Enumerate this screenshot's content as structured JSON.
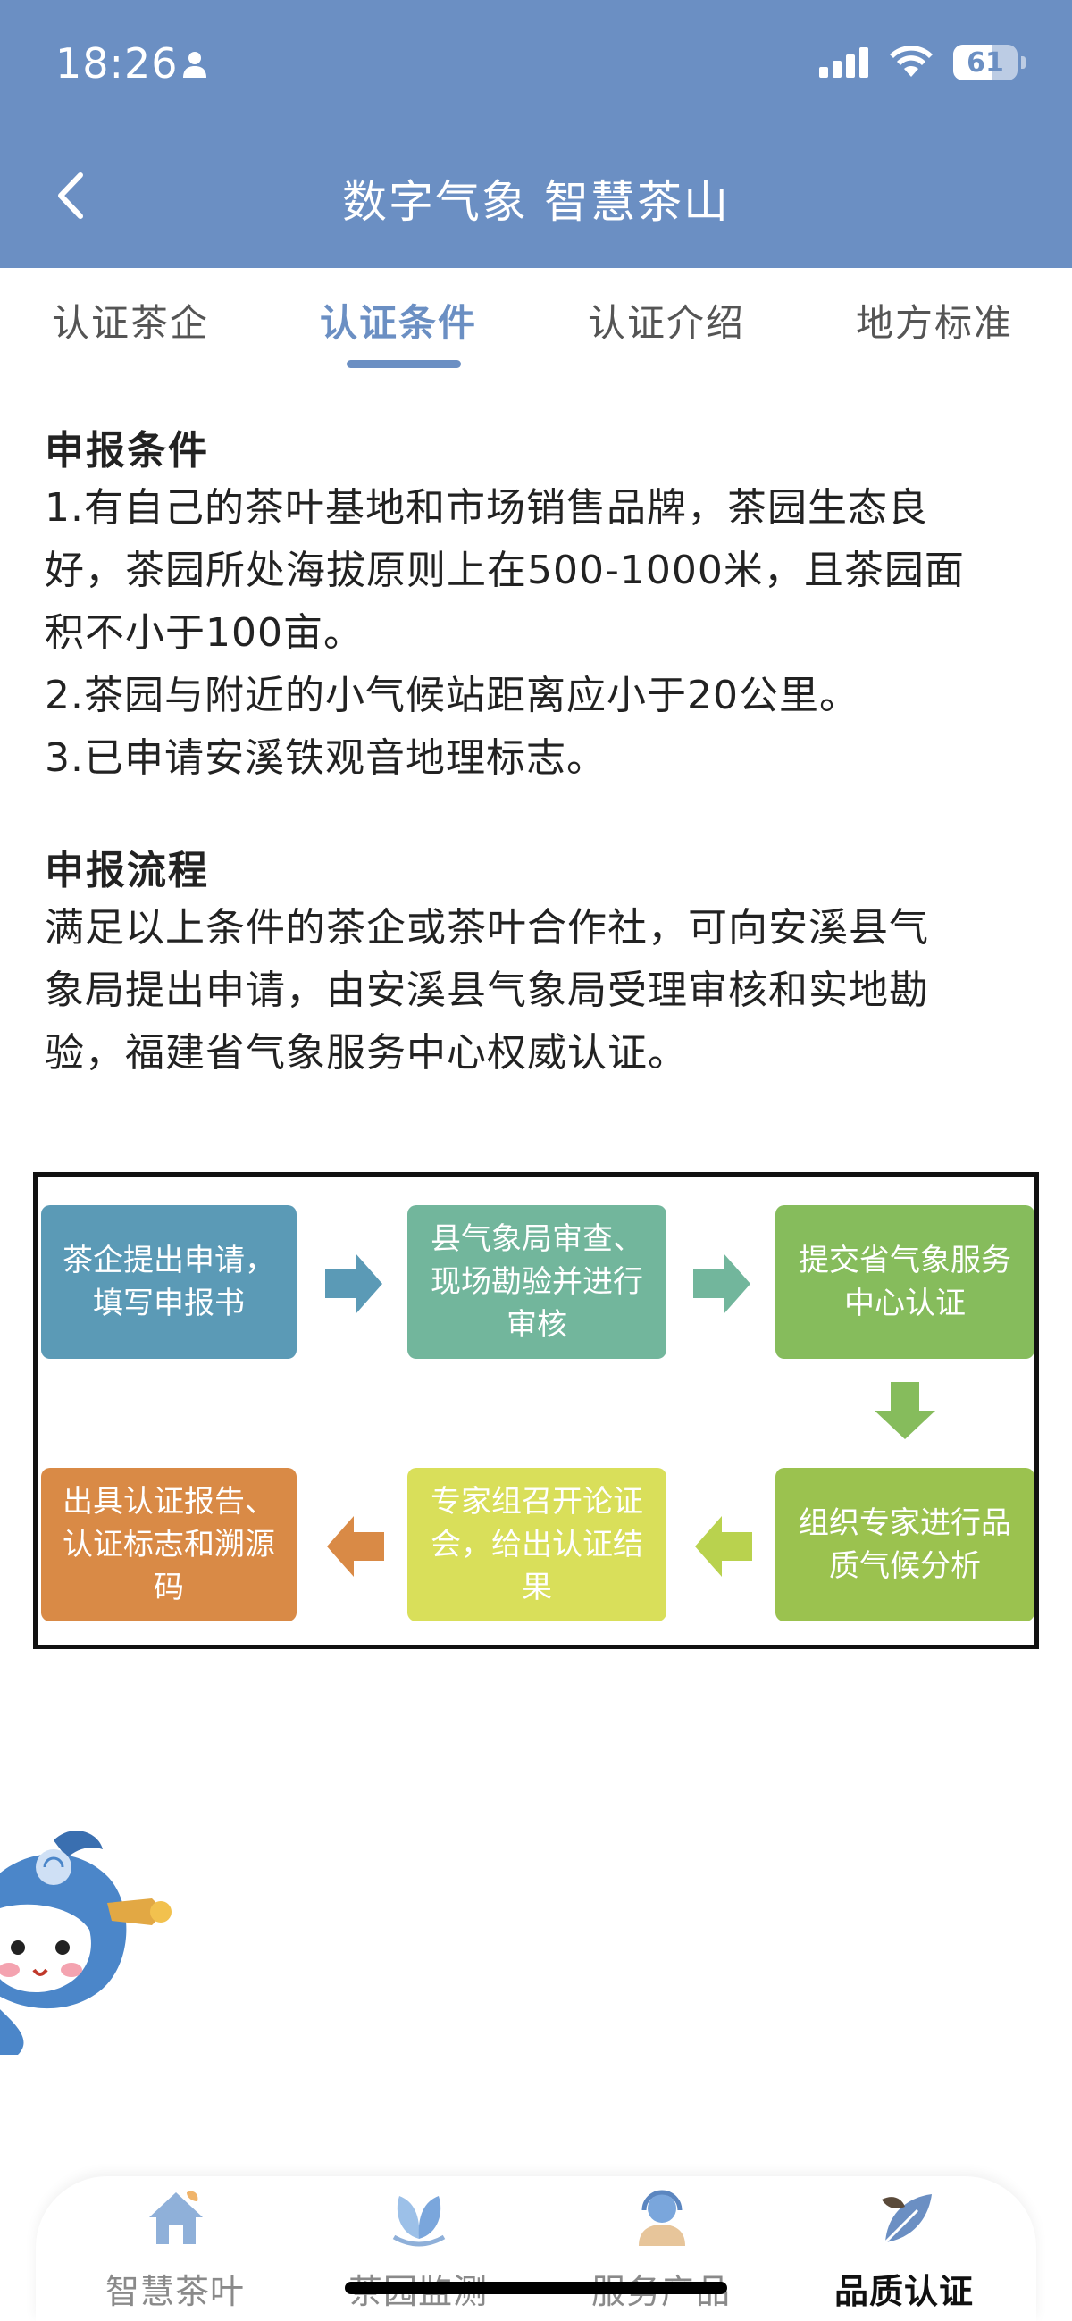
{
  "status_bar": {
    "time": "18:26",
    "battery": "61",
    "battery_level_percent": 61
  },
  "header": {
    "title": "数字气象 智慧茶山"
  },
  "tabs": [
    {
      "label": "认证茶企",
      "active": false
    },
    {
      "label": "认证条件",
      "active": true
    },
    {
      "label": "认证介绍",
      "active": false
    },
    {
      "label": "地方标准",
      "active": false
    }
  ],
  "conditions": {
    "title": "申报条件",
    "lines": [
      "1.有自己的茶叶基地和市场销售品牌，茶园生态良",
      "好，茶园所处海拔原则上在500-1000米，且茶园面",
      "积不小于100亩。",
      "2.茶园与附近的小气候站距离应小于20公里。",
      "3.已申请安溪铁观音地理标志。"
    ]
  },
  "process": {
    "title": "申报流程",
    "lines": [
      "满足以上条件的茶企或茶叶合作社，可向安溪县气",
      "象局提出申请，由安溪县气象局受理审核和实地勘",
      "验，福建省气象服务中心权威认证。"
    ]
  },
  "flowchart": {
    "steps": [
      {
        "text": "茶企提出申请，填写申报书",
        "color": "#5b9ab6"
      },
      {
        "text": "县气象局审查、现场勘验并进行审核",
        "color": "#72b69c"
      },
      {
        "text": "提交省气象服务中心认证",
        "color": "#86bc5c"
      },
      {
        "text": "组织专家进行品质气候分析",
        "color": "#9bc24f"
      },
      {
        "text": "专家组召开论证会，给出认证结果",
        "color": "#d9df5a"
      },
      {
        "text": "出具认证报告、认证标志和溯源码",
        "color": "#d98a46"
      }
    ],
    "arrow_colors": [
      "#5b9ab6",
      "#72b69c",
      "#86bc5c",
      "#b9d24e",
      "#d98a46"
    ]
  },
  "bottom_nav": [
    {
      "label": "智慧茶叶",
      "icon": "home-icon",
      "active": false
    },
    {
      "label": "茶园监测",
      "icon": "leaf-monitor-icon",
      "active": false
    },
    {
      "label": "服务产品",
      "icon": "service-person-icon",
      "active": false
    },
    {
      "label": "品质认证",
      "icon": "quality-leaf-icon",
      "active": true
    }
  ],
  "colors": {
    "header": "#6b8fc3",
    "accent": "#6b8fc3"
  }
}
